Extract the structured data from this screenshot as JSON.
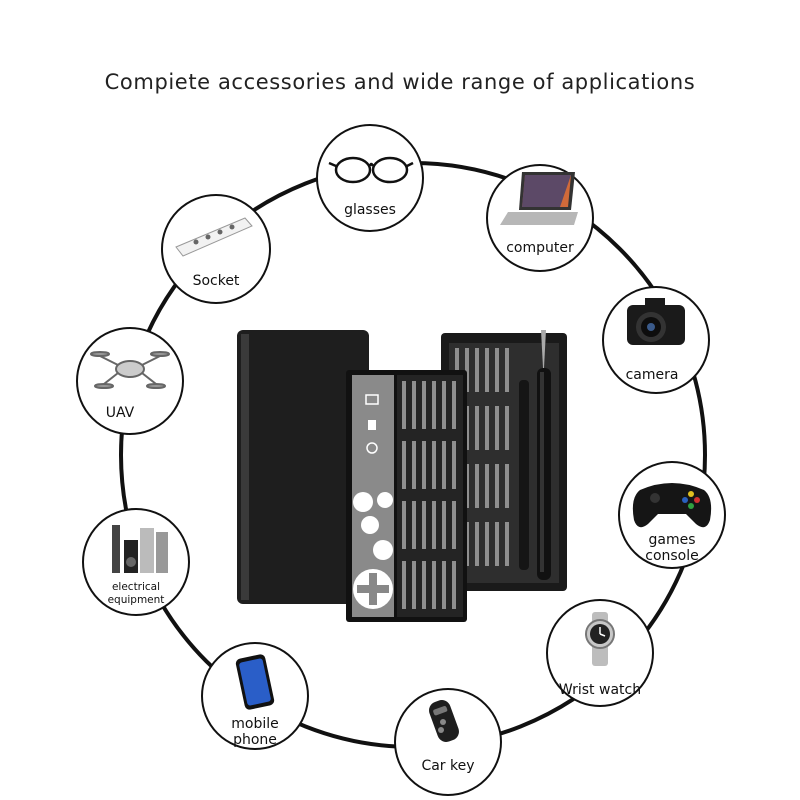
{
  "headline": "Compiete accessories and wide range of applications",
  "applications": [
    {
      "id": "glasses",
      "label": "glasses",
      "icon": "glasses-icon"
    },
    {
      "id": "computer",
      "label": "computer",
      "icon": "laptop-icon"
    },
    {
      "id": "socket",
      "label": "Socket",
      "icon": "power-strip-icon"
    },
    {
      "id": "camera",
      "label": "camera",
      "icon": "camera-icon"
    },
    {
      "id": "uav",
      "label": "UAV",
      "icon": "drone-icon"
    },
    {
      "id": "games",
      "label_lines": [
        "games",
        "console"
      ],
      "icon": "gamepad-icon"
    },
    {
      "id": "electrical",
      "label_lines": [
        "electrical",
        "equipment"
      ],
      "icon": "appliances-icon"
    },
    {
      "id": "watch",
      "label": "Wrist watch",
      "icon": "wristwatch-icon"
    },
    {
      "id": "mobile",
      "label_lines": [
        "mobile",
        "phone"
      ],
      "icon": "smartphone-icon"
    },
    {
      "id": "carkey",
      "label": "Car key",
      "icon": "car-key-icon"
    }
  ],
  "colors": {
    "ring": "#111111",
    "case": "#1c1c1c",
    "tray": "#2a2a2a",
    "bit": "#9a9a9a"
  }
}
